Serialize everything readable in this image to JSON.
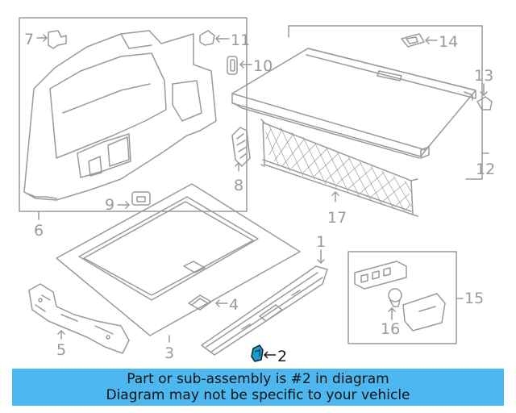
{
  "callouts": [
    {
      "id": "1",
      "label": "1"
    },
    {
      "id": "2",
      "label": "2",
      "highlighted": true
    },
    {
      "id": "3",
      "label": "3"
    },
    {
      "id": "4",
      "label": "4"
    },
    {
      "id": "5",
      "label": "5"
    },
    {
      "id": "6",
      "label": "6"
    },
    {
      "id": "7",
      "label": "7"
    },
    {
      "id": "8",
      "label": "8"
    },
    {
      "id": "9",
      "label": "9"
    },
    {
      "id": "10",
      "label": "10"
    },
    {
      "id": "11",
      "label": "11"
    },
    {
      "id": "12",
      "label": "12"
    },
    {
      "id": "13",
      "label": "13"
    },
    {
      "id": "14",
      "label": "14"
    },
    {
      "id": "15",
      "label": "15"
    },
    {
      "id": "16",
      "label": "16"
    },
    {
      "id": "17",
      "label": "17"
    }
  ],
  "banner": {
    "line1": "Part or sub-assembly is #2 in diagram",
    "line2": "Diagram may not be specific to your vehicle"
  },
  "colors": {
    "line": "#9a9a9a",
    "highlight": "#1a9cd8",
    "banner": "#4db8f0"
  }
}
